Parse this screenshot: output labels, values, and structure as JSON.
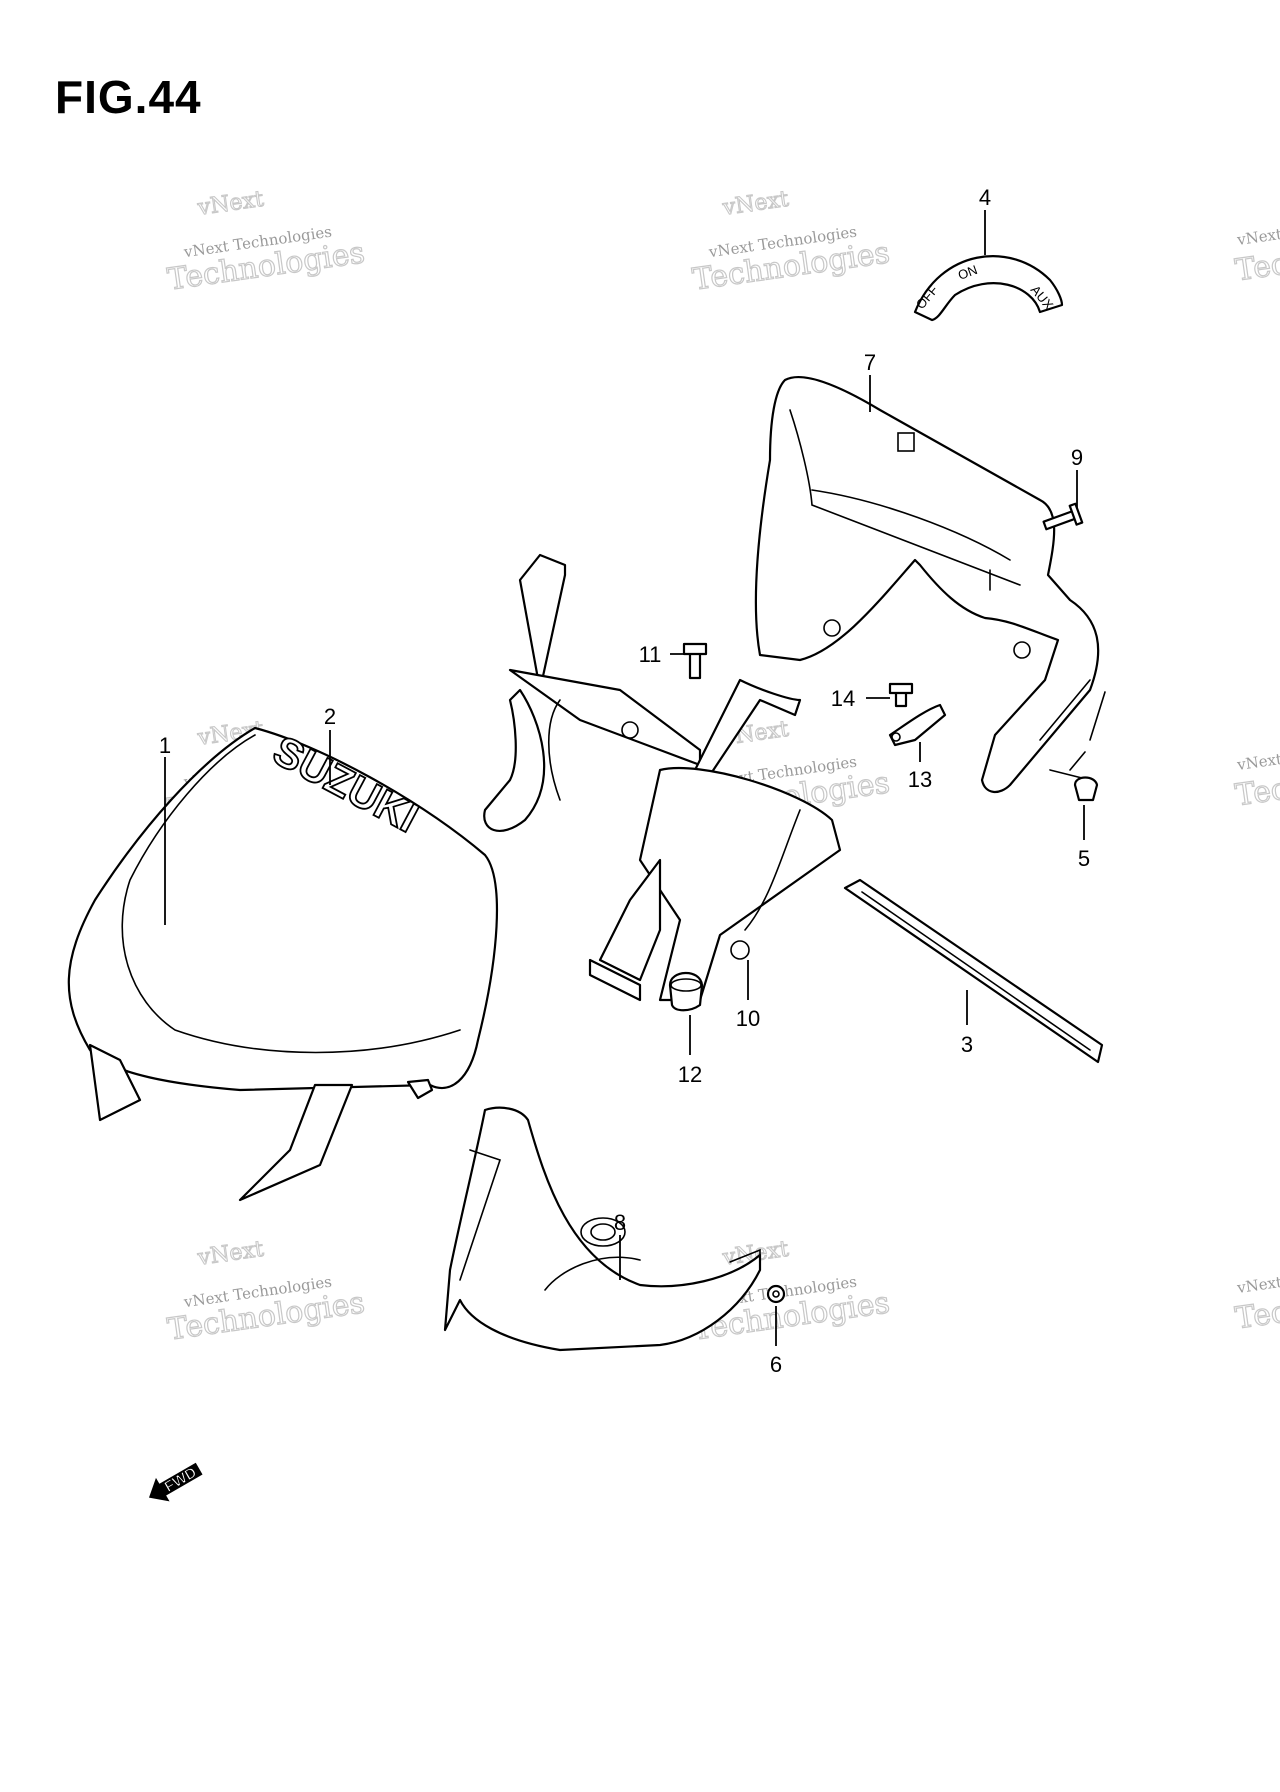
{
  "figure": {
    "title": "FIG.44"
  },
  "callouts": [
    {
      "id": "1",
      "label": "1"
    },
    {
      "id": "2",
      "label": "2"
    },
    {
      "id": "3",
      "label": "3"
    },
    {
      "id": "4",
      "label": "4"
    },
    {
      "id": "5",
      "label": "5"
    },
    {
      "id": "6",
      "label": "6"
    },
    {
      "id": "7",
      "label": "7"
    },
    {
      "id": "8",
      "label": "8"
    },
    {
      "id": "9",
      "label": "9"
    },
    {
      "id": "10",
      "label": "10"
    },
    {
      "id": "11",
      "label": "11"
    },
    {
      "id": "12",
      "label": "12"
    },
    {
      "id": "13",
      "label": "13"
    },
    {
      "id": "14",
      "label": "14"
    }
  ],
  "watermark": {
    "small_text": "vNext Technologies",
    "outline_top": "vNext",
    "outline_bottom": "Technologies"
  },
  "part_markings": {
    "logo": "SUZUKI",
    "switch_off": "OFF",
    "switch_on": "ON",
    "switch_aux": "AUX",
    "fwd_arrow": "FWD"
  }
}
